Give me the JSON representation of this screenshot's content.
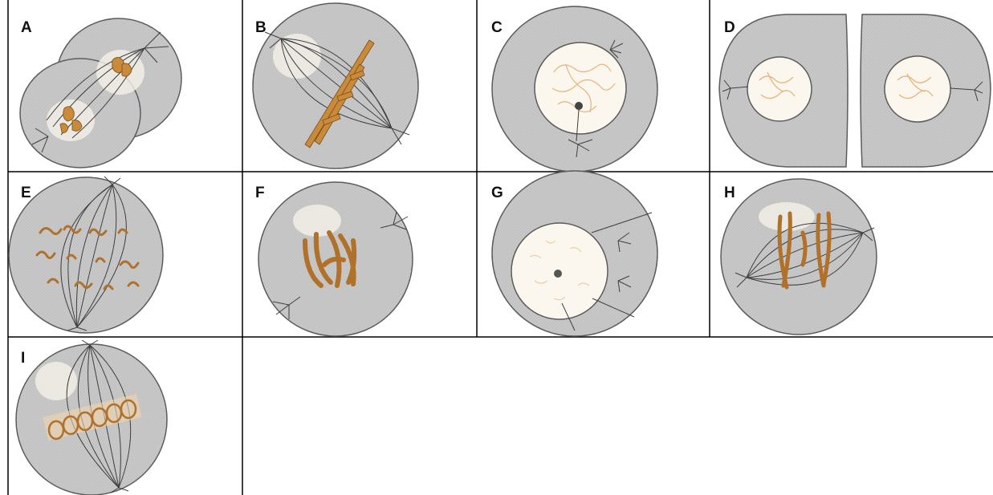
{
  "panels": [
    {
      "label": "A",
      "stage": "telophase-cytokinesis"
    },
    {
      "label": "B",
      "stage": "metaphase-side"
    },
    {
      "label": "C",
      "stage": "interphase-centrosome"
    },
    {
      "label": "D",
      "stage": "two-daughter-cells"
    },
    {
      "label": "E",
      "stage": "prometaphase-chromosomes"
    },
    {
      "label": "F",
      "stage": "prophase-condensed"
    },
    {
      "label": "G",
      "stage": "early-prophase"
    },
    {
      "label": "H",
      "stage": "anaphase-spread"
    },
    {
      "label": "I",
      "stage": "metaphase-plate"
    }
  ],
  "colors": {
    "cell_fill": "#c9c9c9",
    "cell_stroke": "#5c5c5c",
    "nucleus_fill": "#fbf7ee",
    "chromosome": "#c98a3a",
    "chromatin": "#e7b57c",
    "spindle": "#3f3f3f",
    "grid_line": "#000000"
  }
}
